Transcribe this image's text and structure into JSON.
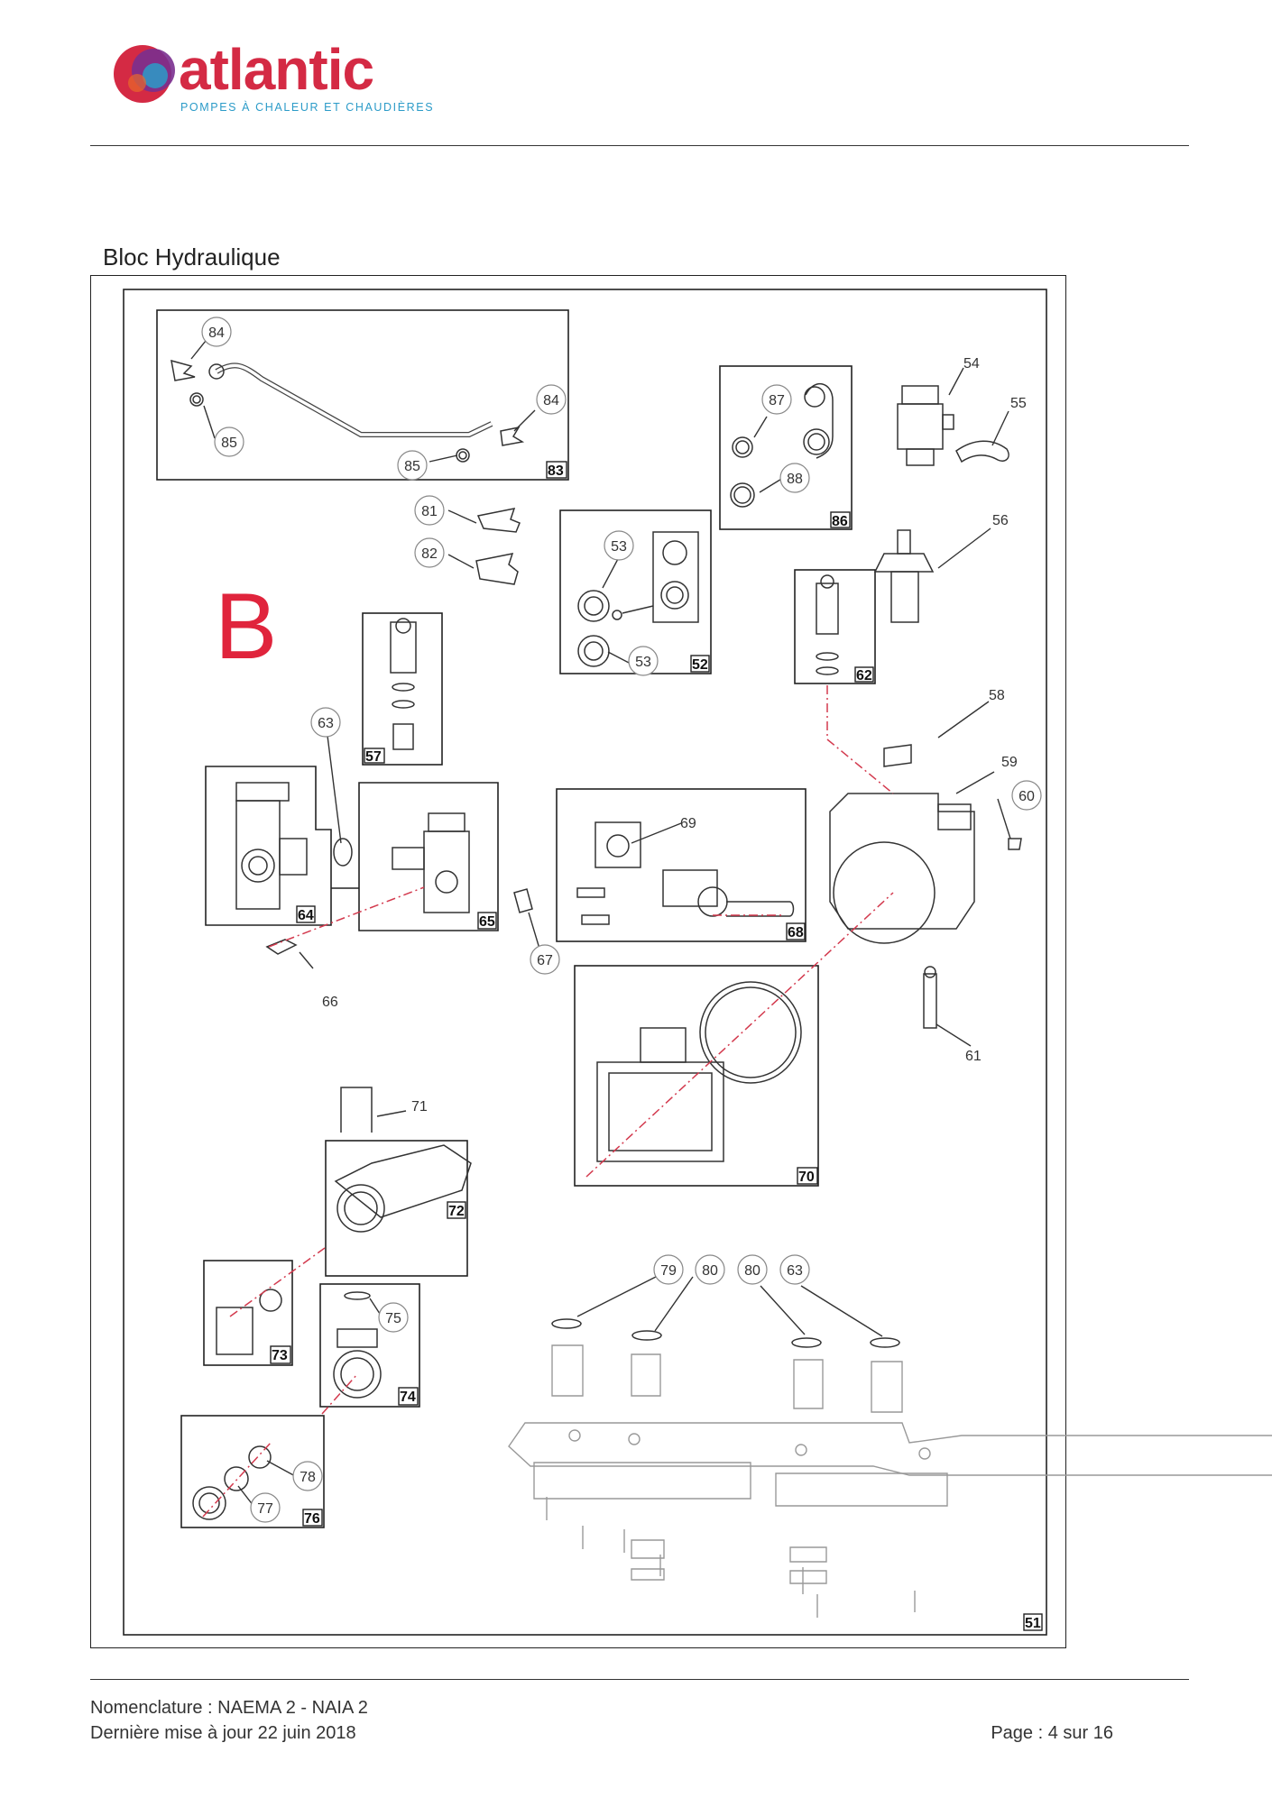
{
  "header": {
    "brand": "atlantic",
    "tagline": "POMPES À CHALEUR ET CHAUDIÈRES",
    "colors": {
      "brand_red": "#d42a44",
      "logo_purple": "#7a2f8f",
      "logo_blue": "#2b9bc8"
    }
  },
  "section": {
    "title": "Bloc Hydraulique",
    "sub_label": "B"
  },
  "callouts": [
    "84",
    "85",
    "85",
    "84",
    "87",
    "88",
    "54",
    "55",
    "81",
    "82",
    "53",
    "53",
    "56",
    "63",
    "69",
    "60",
    "67",
    "71",
    "79",
    "80",
    "80",
    "63",
    "75",
    "78",
    "77"
  ],
  "box_labels": [
    "83",
    "86",
    "52",
    "62",
    "57",
    "64",
    "65",
    "68",
    "70",
    "72",
    "73",
    "74",
    "76",
    "51"
  ],
  "loose_labels": [
    "54",
    "55",
    "56",
    "58",
    "59",
    "61",
    "66",
    "71"
  ],
  "footer": {
    "line1": "Nomenclature : NAEMA 2 - NAIA 2",
    "line2": "Dernière mise à jour 22 juin 2018",
    "page": "Page : 4 sur 16"
  }
}
